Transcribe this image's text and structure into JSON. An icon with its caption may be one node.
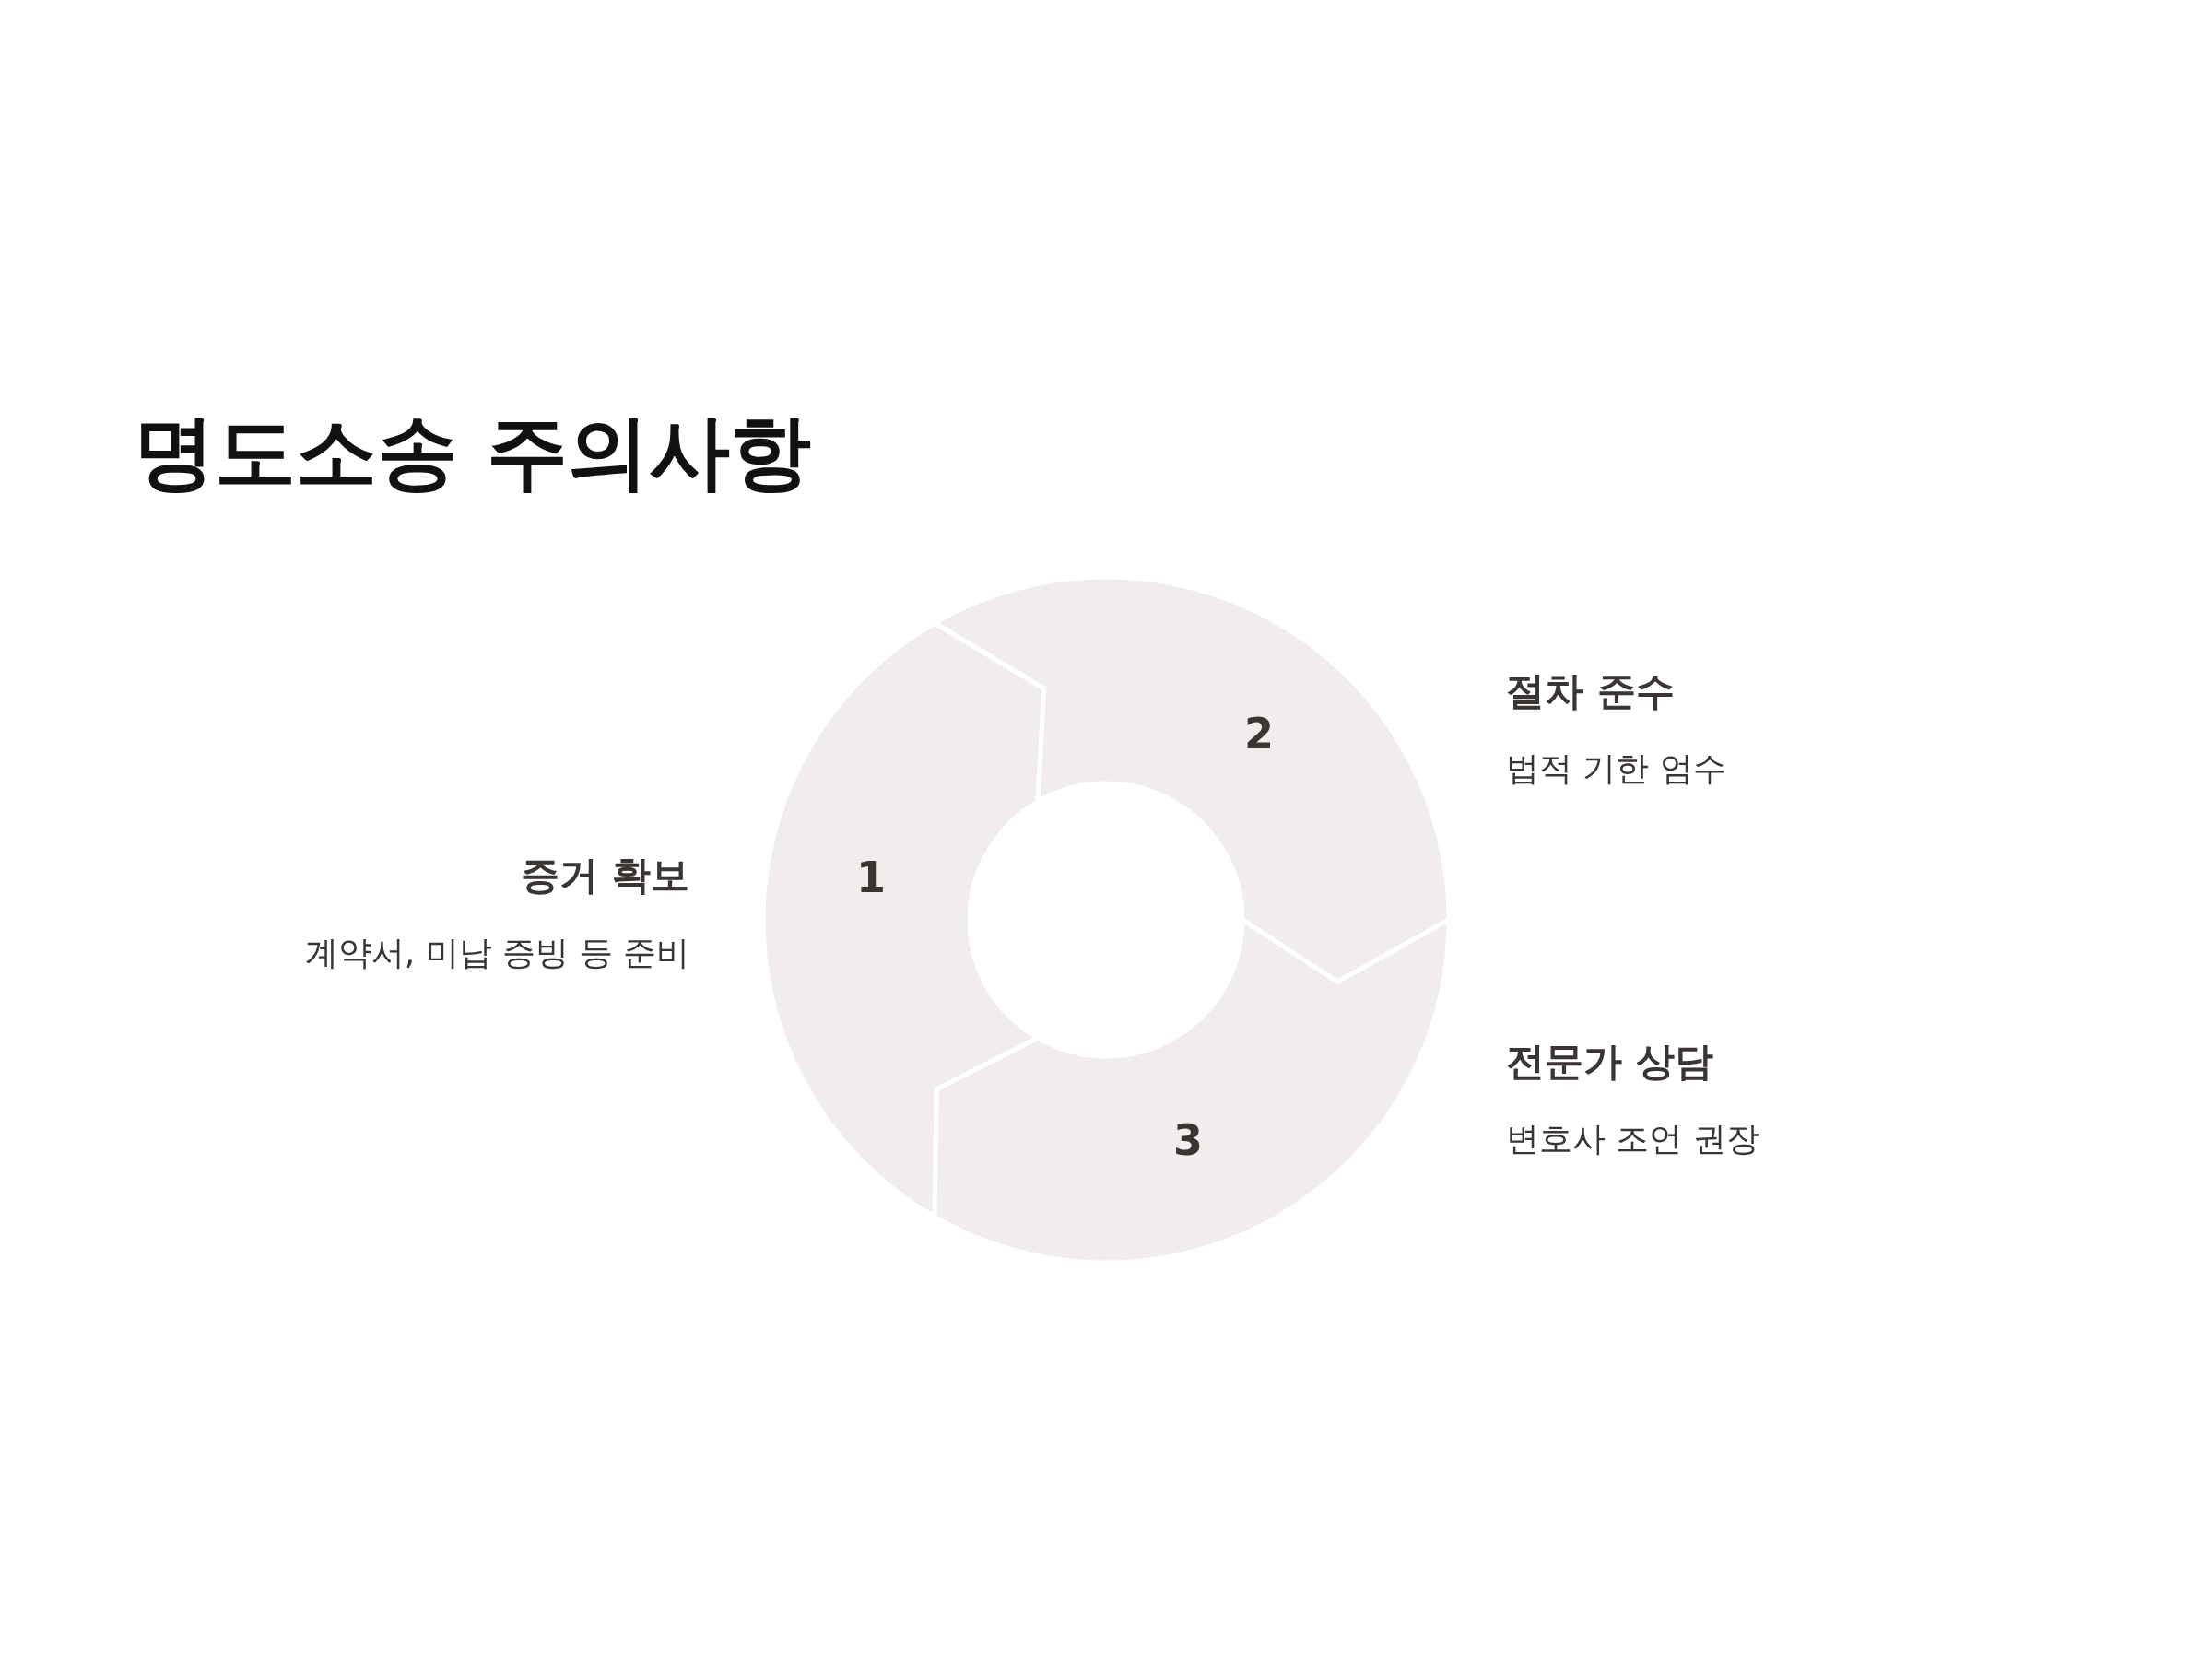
{
  "diagram": {
    "title": "명도소송 주의사항",
    "nodes": [
      {
        "text": [
          "1"
        ],
        "beside": [
          "증거 확보",
          "계약서, 미납 증빙 등 준비"
        ]
      },
      {
        "text": [
          "2"
        ],
        "beside": [
          "절차 준수",
          "법적 기한 엄수"
        ]
      },
      {
        "text": [
          "3"
        ],
        "beside": [
          "전문가 상담",
          "변호사 조언 권장"
        ]
      }
    ]
  }
}
